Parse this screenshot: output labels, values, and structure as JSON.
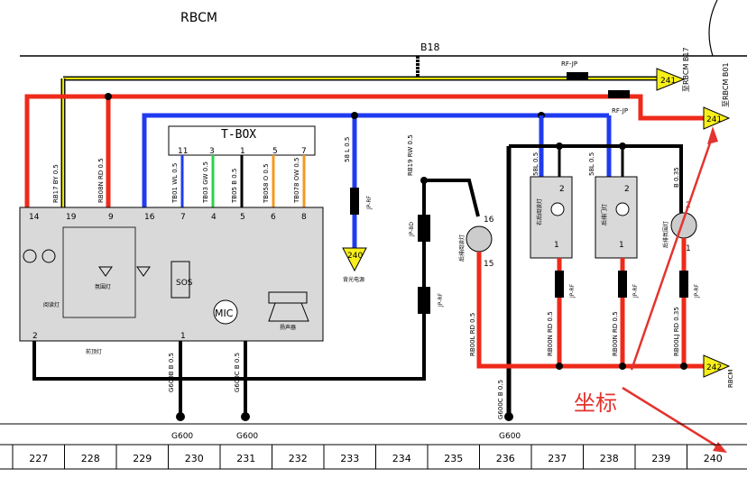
{
  "title": "RBCM",
  "splice_top": "B18",
  "tbox": {
    "label": "T-BOX",
    "pins": [
      "11",
      "3",
      "1",
      "5",
      "7"
    ],
    "bottom_pins": [
      "14",
      "19",
      "9",
      "16",
      "7",
      "4",
      "5",
      "6",
      "8"
    ],
    "pin2": "2",
    "pin1": "1",
    "labels": {
      "reading_lamp": "阅读灯",
      "lamp_cluster": "氛围灯",
      "mic": "MIC",
      "speaker": "扬声器",
      "bottom": "前顶灯"
    }
  },
  "wires": {
    "rb17": "RB17 BY 0.5",
    "rb08n": "RB08N RD 0.5",
    "tb01": "TB01 WL 0.5",
    "tb03": "TB03 GW 0.5",
    "tb05": "TB05 B 0.5",
    "tb058": "TB058 O 0.5",
    "tb078": "TB078 OW 0.5",
    "l58": "58 L 0.5",
    "rb19": "RB19 RW 0.5",
    "g600b_1": "G600B B 0.5",
    "g600c_1": "G600C B 0.5",
    "g600c_2": "G600C B 0.5",
    "rb001": "RB00L RD 0.5",
    "rb00n1": "RB00N RD 0.5",
    "rb00n2": "RB00N RD 0.5",
    "rb00l2": "RB00LJ RD 0.35",
    "l58b": "58L 0.5",
    "l58c": "58L 0.5",
    "b035": "B 0.35"
  },
  "connectors": {
    "rfjp": "RF-JP",
    "rfjp2": "RF-JP",
    "jpre1": "JP-RF",
    "jpbd": "JP-BD",
    "jprf2": "JP-RF",
    "jprf3": "JP-RF",
    "jprf4": "JP-RF",
    "jprf5": "JP-RF"
  },
  "refs": {
    "r241a": "241",
    "r241b": "241",
    "r240": "240",
    "r242": "242",
    "rbcm_b17": "至RBCM B17",
    "rbcm_b01": "至RBCM B01",
    "rbcm_b": "RBCM"
  },
  "components": {
    "left_lamp_label": "后排阅读灯",
    "lamp2_label": "右后阅读灯",
    "lamp3_label": "后排门灯",
    "lamp4_label": "后排氛围灯",
    "pin16": "16",
    "pin15": "15",
    "p2a": "2",
    "p1a": "1",
    "p2b": "2",
    "p1b": "1",
    "p2c": "2",
    "p1c": "1",
    "gnd_label": "背光电源"
  },
  "grounds": [
    "G600",
    "G600",
    "G600"
  ],
  "annotation": "坐标",
  "grid": [
    "227",
    "228",
    "229",
    "230",
    "231",
    "232",
    "233",
    "234",
    "235",
    "236",
    "237",
    "238",
    "239",
    "240"
  ]
}
